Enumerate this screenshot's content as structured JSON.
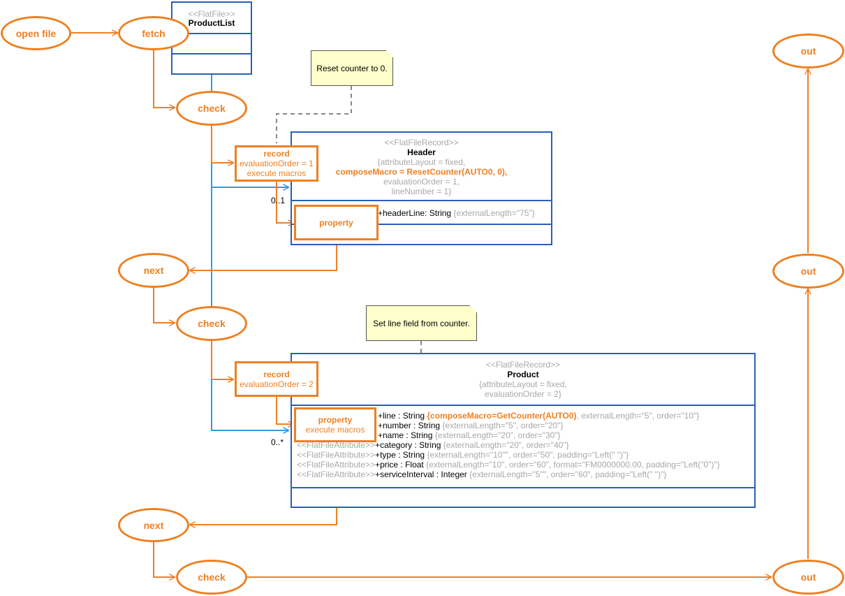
{
  "colors": {
    "flow": "#ee8022",
    "class_border": "#2a5fb8",
    "link": "#3399dd",
    "note_fill": "#ffffcc",
    "muted": "#a8a8a8"
  },
  "flow": {
    "open_file": "open file",
    "fetch": "fetch",
    "check": "check",
    "next": "next",
    "out": "out",
    "record_header": {
      "title": "record",
      "line1": "evaluationOrder = 1",
      "line2": "execute macros"
    },
    "property_header": {
      "title": "property"
    },
    "record_product": {
      "title": "record",
      "line1": "evaluationOrder = 2"
    },
    "property_product": {
      "title": "property",
      "line1": "execute macros"
    }
  },
  "product_list": {
    "stereotype": "<<FlatFile>>",
    "name": "ProductList"
  },
  "header": {
    "stereotype": "<<FlatFileRecord>>",
    "name": "Header",
    "tag1": "{attributeLayout = fixed,",
    "tag2": "composeMacro = ResetCounter(AUTO0, 0),",
    "tag3": "evaluationOrder = 1,",
    "tag4": "lineNumber = 1}",
    "attr_main": "+headerLine: String ",
    "attr_tag": "{externalLength=\"75\"}"
  },
  "product": {
    "stereotype": "<<FlatFileRecord>>",
    "name": "Product",
    "tag1": "{attributeLayout = fixed,",
    "tag2": "evaluationOrder = 2}",
    "attr_stereo": "<<FlatFileAttribute>>",
    "attrs": {
      "line": {
        "main": "+line : String ",
        "macro": "{composeMacro=GetCounter(AUTO0)",
        "tag": ", externalLength=\"5\", order=\"10\"}"
      },
      "number": {
        "main": "+number : String ",
        "tag": "{externalLength=\"5\", order=\"20\"}"
      },
      "name": {
        "main": "+name : String ",
        "tag": "{externalLength=\"20\", order=\"30\"}"
      },
      "category": {
        "main": "+category : String ",
        "tag": "{externalLength=\"20\", order=\"40\"}"
      },
      "type": {
        "main": "+type : String ",
        "tag": "{externalLength=\"10\"\", order=\"50\", padding=\"Left(\" \")\"}"
      },
      "price": {
        "main": "+price : Float ",
        "tag": "{externalLength=\"10\", order=\"60\", format=\"FM0000000.00, padding=\"Left(\"0\")\"}"
      },
      "serviceInterval": {
        "main": "+serviceInterval : Integer ",
        "tag": "{externalLength=\"5\"\", order=\"60\", padding=\"Left(\" \")\"}"
      }
    }
  },
  "notes": {
    "reset": "Reset counter to 0.",
    "set_line": "Set line field from counter."
  },
  "multiplicity": {
    "header": "0..1",
    "product": "0..*"
  }
}
